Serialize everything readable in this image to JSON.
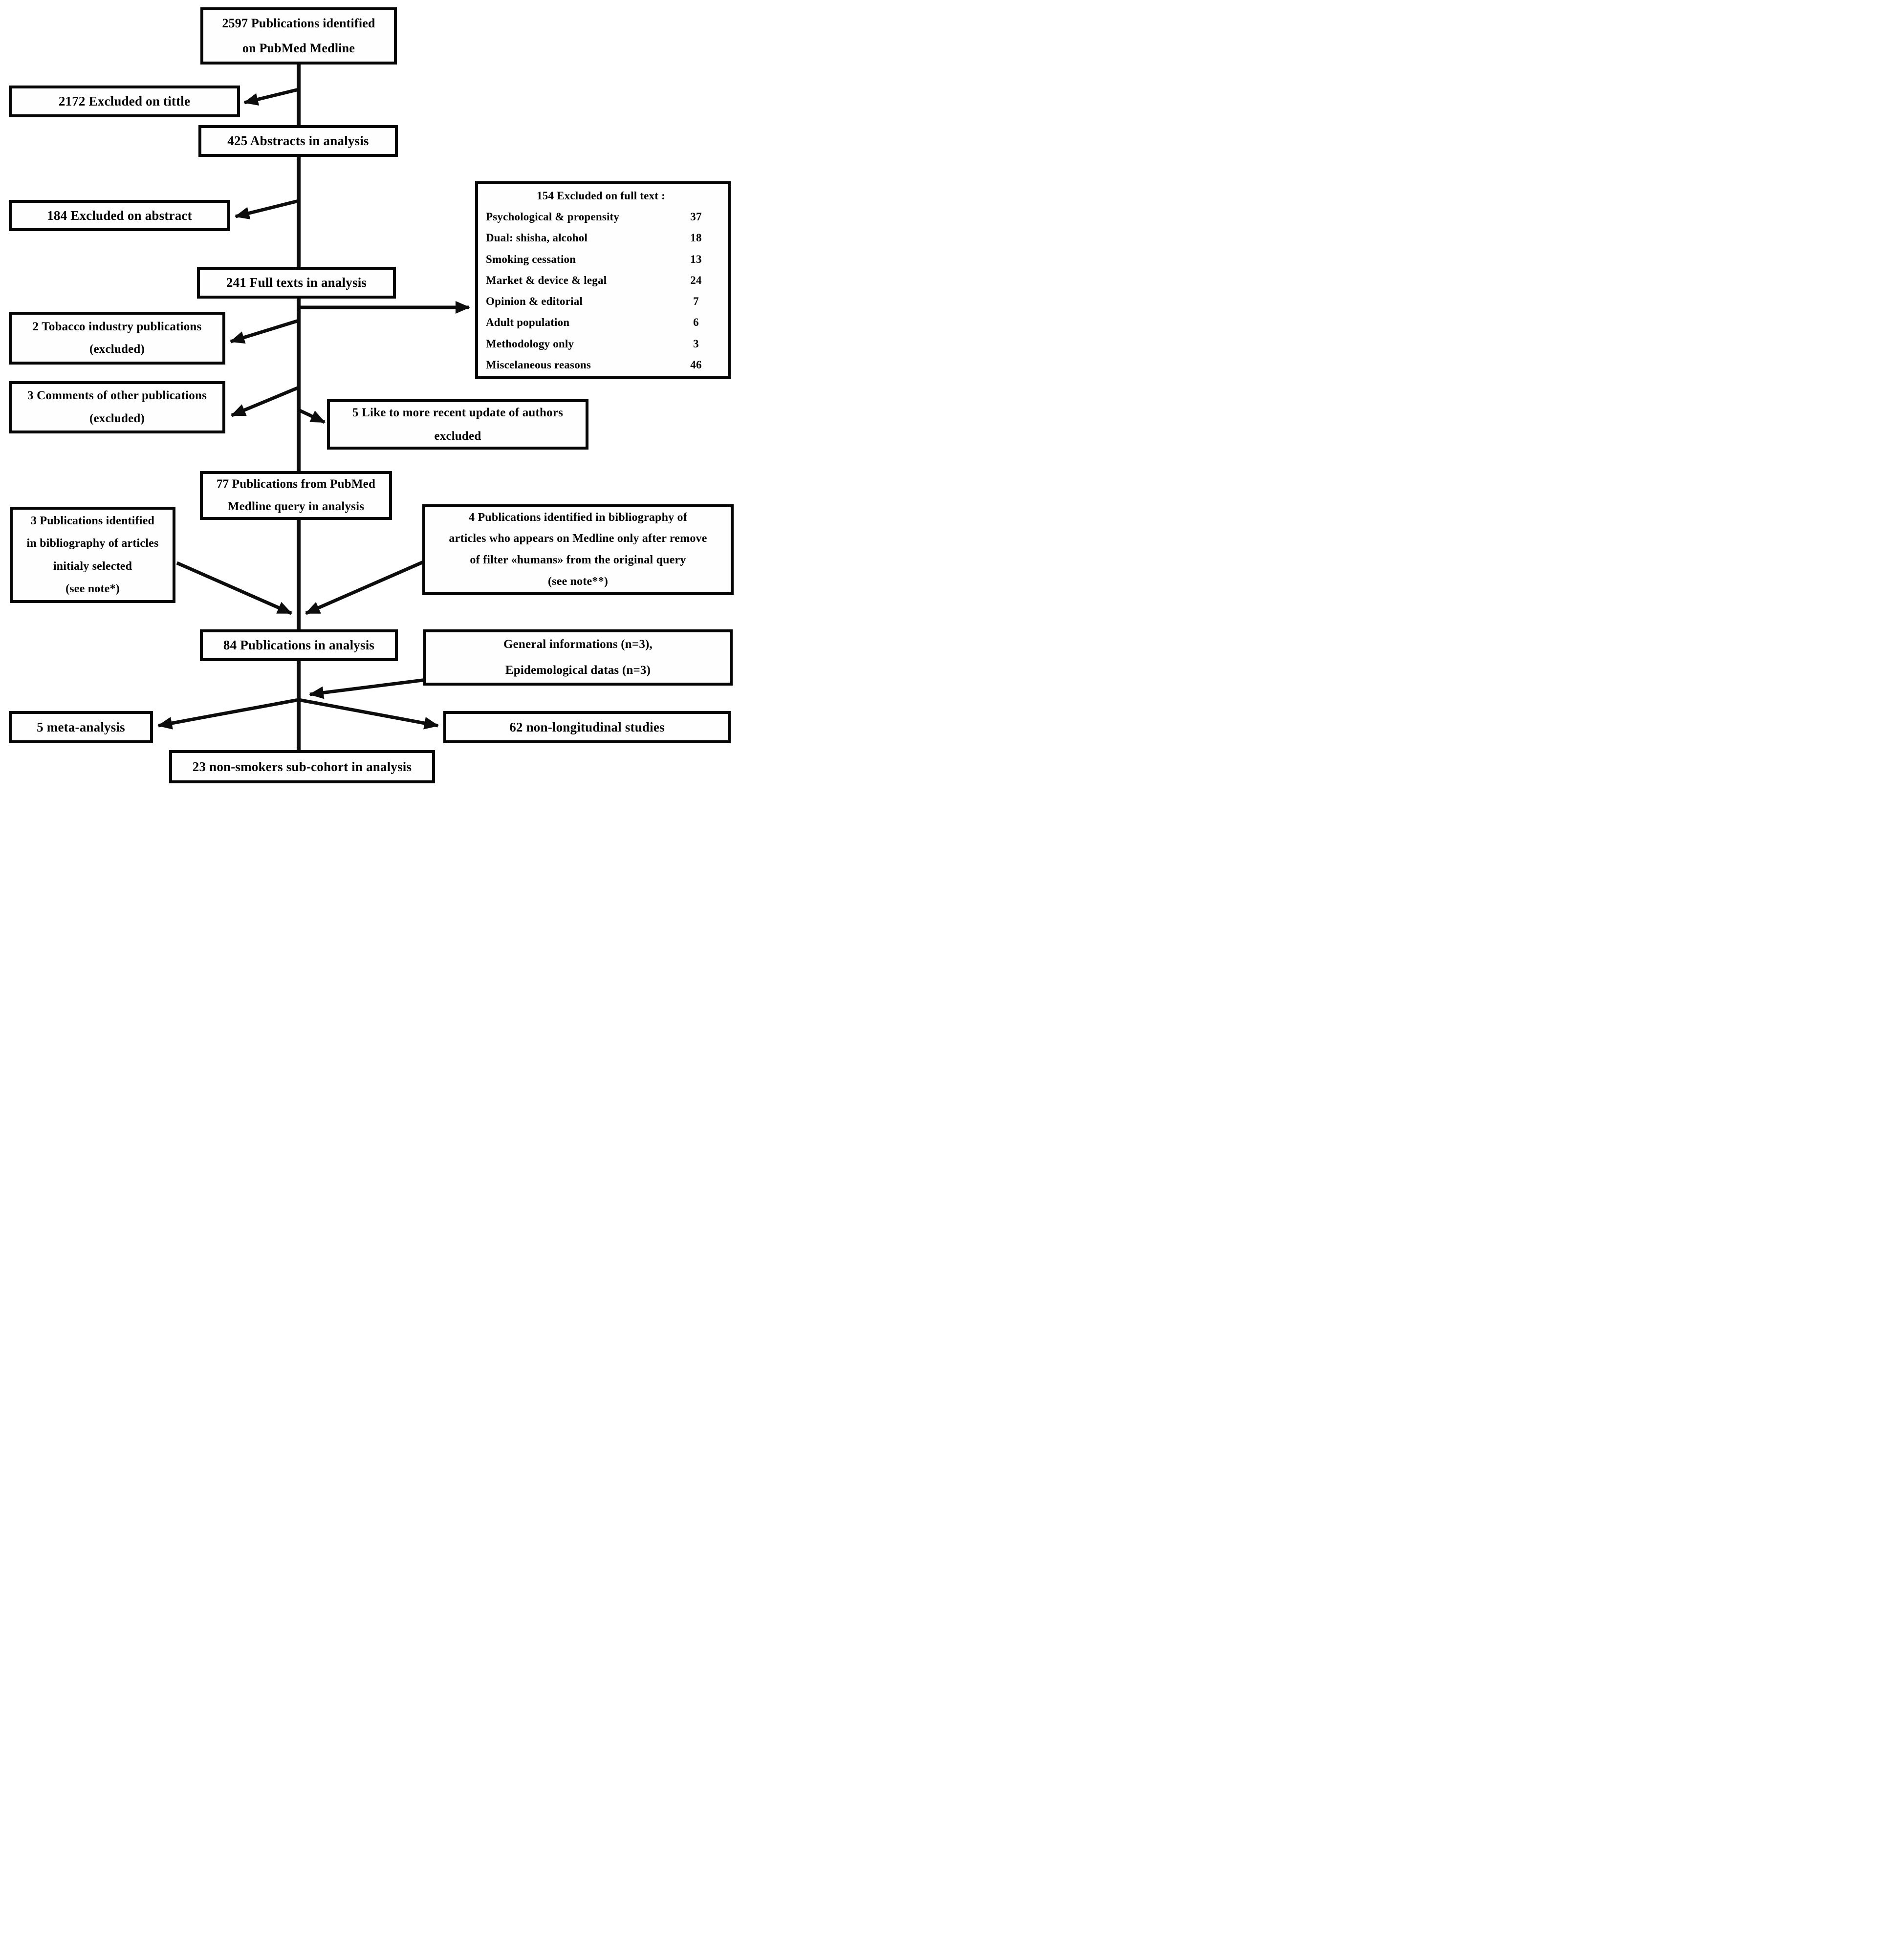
{
  "diagram": {
    "boxes": {
      "identified": {
        "line1": "2597 Publications identified",
        "line2": "on PubMed Medline"
      },
      "excluded_title": {
        "label": "2172 Excluded on tittle"
      },
      "abstracts": {
        "label": "425 Abstracts in analysis"
      },
      "excluded_abstract": {
        "label": "184 Excluded on abstract"
      },
      "full_text_excluded": {
        "title": "154 Excluded on full text :",
        "items": [
          {
            "label": "Psychological & propensity",
            "value": "37"
          },
          {
            "label": "Dual: shisha, alcohol",
            "value": "18"
          },
          {
            "label": "Smoking cessation",
            "value": "13"
          },
          {
            "label": "Market & device & legal",
            "value": "24"
          },
          {
            "label": "Opinion & editorial",
            "value": "7"
          },
          {
            "label": "Adult population",
            "value": "6"
          },
          {
            "label": "Methodology only",
            "value": "3"
          },
          {
            "label": "Miscelaneous reasons",
            "value": "46"
          }
        ]
      },
      "full_texts": {
        "label": "241 Full texts in analysis"
      },
      "tobacco": {
        "line1": "2 Tobacco industry publications",
        "line2": "(excluded)"
      },
      "comments": {
        "line1": "3 Comments of other publications",
        "line2": "(excluded)"
      },
      "recent_update": {
        "line1": "5 Like to more recent update of authors",
        "line2": "excluded"
      },
      "pubmed_query": {
        "line1": "77 Publications from PubMed",
        "line2": "Medline query in analysis"
      },
      "bibliography_initial": {
        "line1": "3 Publications identified",
        "line2": "in bibliography of articles",
        "line3": "initialy selected",
        "line4": "(see note*)"
      },
      "bibliography_humans": {
        "line1": "4 Publications identified in bibliography of",
        "line2": "articles who appears on Medline only after remove",
        "line3": "of filter «humans» from the original query",
        "line4": "(see note**)"
      },
      "publications_84": {
        "label": "84 Publications in analysis"
      },
      "general_info": {
        "line1": "General informations (n=3),",
        "line2": "Epidemological datas (n=3)"
      },
      "meta_analysis": {
        "label": "5 meta-analysis"
      },
      "non_longitudinal": {
        "label": "62 non-longitudinal studies"
      },
      "non_smokers": {
        "label": "23 non-smokers sub-cohort in analysis"
      }
    },
    "colors": {
      "line": "#0d0d0d",
      "border": "#050505",
      "background": "#ffffff"
    }
  }
}
